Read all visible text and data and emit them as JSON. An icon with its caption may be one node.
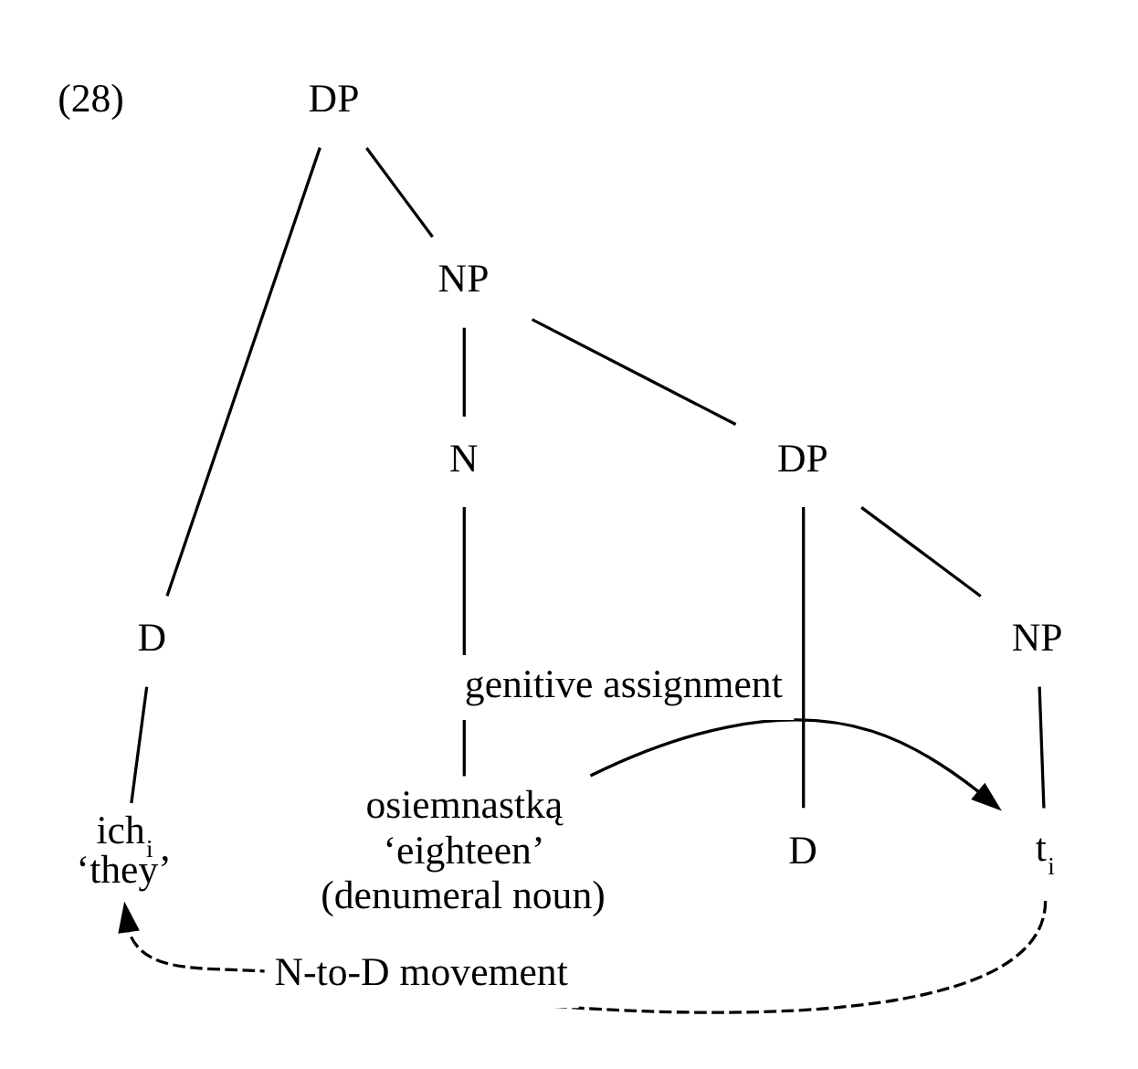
{
  "diagram": {
    "nodes": [
      {
        "text": [
          "DP"
        ]
      },
      {
        "text": [
          "D"
        ]
      },
      {
        "text": [
          "NP"
        ]
      },
      {
        "text": [
          "N"
        ]
      },
      {
        "text": [
          "DP"
        ]
      },
      {
        "text": [
          "D"
        ]
      },
      {
        "text": [
          "NP"
        ]
      },
      {
        "text": [
          "ich$_{i}$",
          "‘they’"
        ]
      },
      {
        "text": [
          "osiemnastką",
          "‘eighteen’",
          "(denumeral noun)"
        ]
      },
      {
        "text": [
          "t$_{i}$"
        ]
      }
    ],
    "edges": [
      {
        "from": 0,
        "to": 1,
        "arrow": "none"
      },
      {
        "from": 0,
        "to": 2,
        "arrow": "none"
      },
      {
        "from": 2,
        "to": 3,
        "arrow": "none"
      },
      {
        "from": 2,
        "to": 4,
        "arrow": "none"
      },
      {
        "from": 4,
        "to": 5,
        "arrow": "none"
      },
      {
        "from": 4,
        "to": 6,
        "arrow": "none"
      },
      {
        "from": 1,
        "to": 7,
        "arrow": "none"
      },
      {
        "from": 3,
        "to": 8,
        "arrow": "none"
      },
      {
        "from": 6,
        "to": 9,
        "arrow": "none"
      },
      {
        "from": 8,
        "to": 9,
        "arrow": "to",
        "label": "genitive assignment"
      },
      {
        "from": 9,
        "to": 7,
        "arrow": "to",
        "style": "dashed",
        "label": "N-to-D movement"
      }
    ],
    "labels": [
      "(28)"
    ]
  }
}
